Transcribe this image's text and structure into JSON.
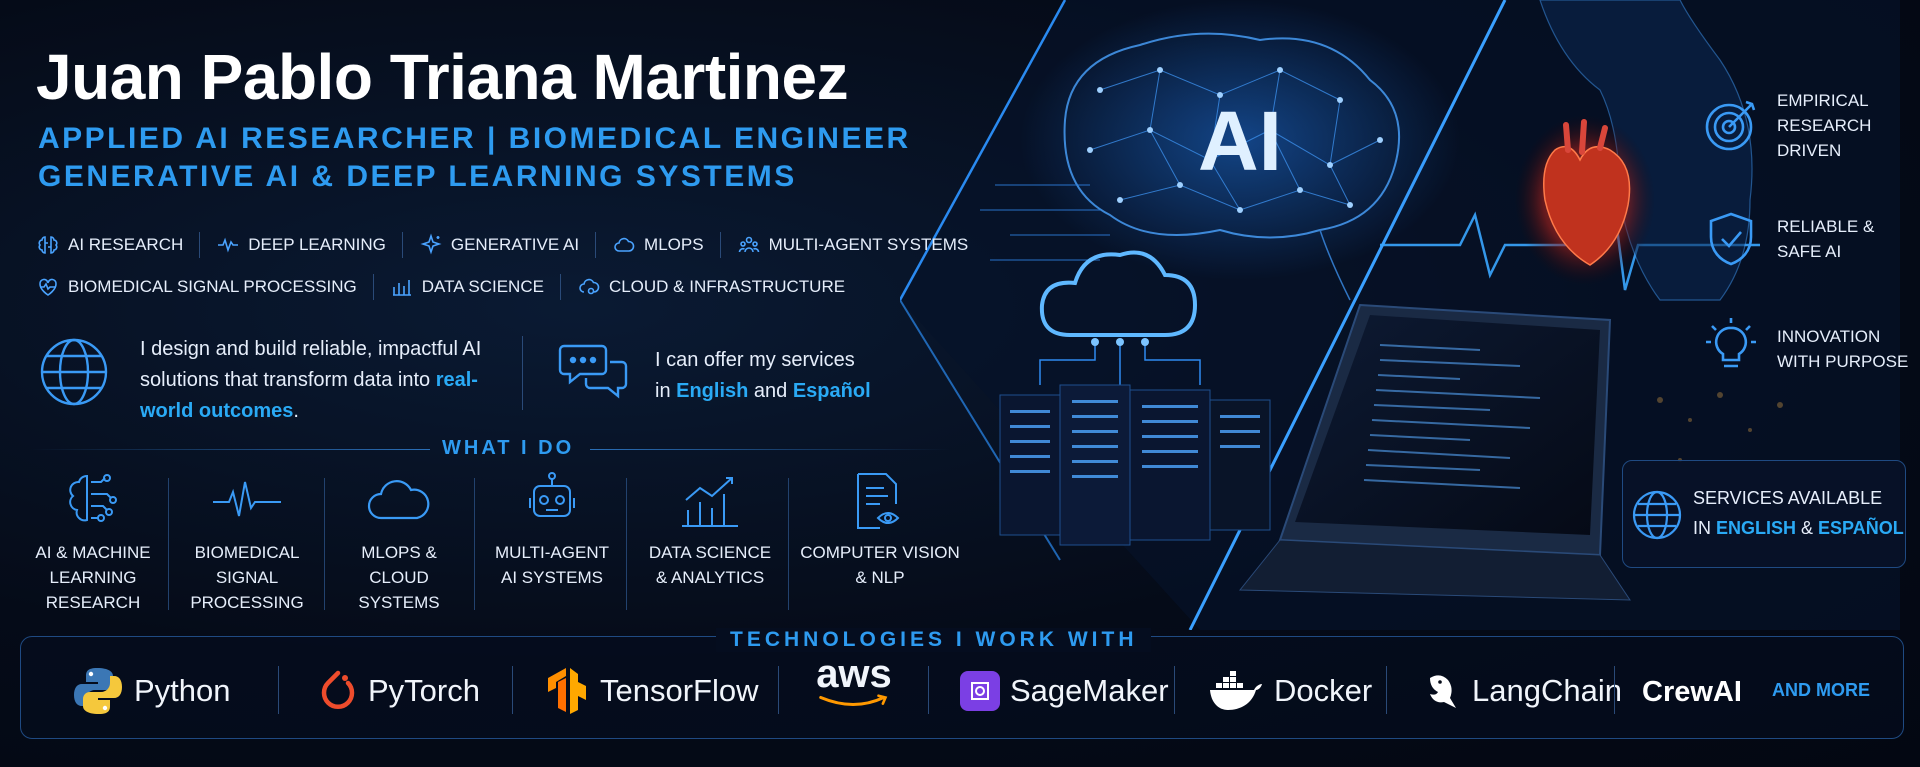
{
  "header": {
    "name": "Juan Pablo Triana Martinez",
    "subtitle_1": "APPLIED AI RESEARCHER | BIOMEDICAL ENGINEER",
    "subtitle_2": "GENERATIVE AI & DEEP LEARNING SYSTEMS"
  },
  "tags_row_1": [
    {
      "icon": "brain-icon",
      "label": "AI RESEARCH"
    },
    {
      "icon": "pulse-icon",
      "label": "DEEP LEARNING"
    },
    {
      "icon": "sparkle-icon",
      "label": "GENERATIVE AI"
    },
    {
      "icon": "cloud-icon",
      "label": "MLOPS"
    },
    {
      "icon": "people-icon",
      "label": "MULTI-AGENT SYSTEMS"
    }
  ],
  "tags_row_2": [
    {
      "icon": "heart-pulse-icon",
      "label": "BIOMEDICAL SIGNAL PROCESSING"
    },
    {
      "icon": "bar-chart-icon",
      "label": "DATA SCIENCE"
    },
    {
      "icon": "cloud-gear-icon",
      "label": "CLOUD & INFRASTRUCTURE"
    }
  ],
  "intro": {
    "text_a": "I design and build reliable, impactful AI solutions that transform data into ",
    "highlight": "real-world outcomes",
    "text_b": "."
  },
  "languages": {
    "text_a": "I can offer my services",
    "text_b": "in ",
    "english": "English",
    "and": " and ",
    "spanish": "Español"
  },
  "what_i_do": {
    "title": "WHAT I DO",
    "items": [
      {
        "icon": "brain-circuit-icon",
        "label": "AI & MACHINE\nLEARNING\nRESEARCH"
      },
      {
        "icon": "waveform-icon",
        "label": "BIOMEDICAL\nSIGNAL\nPROCESSING"
      },
      {
        "icon": "cloud-icon",
        "label": "MLOPS &\nCLOUD\nSYSTEMS"
      },
      {
        "icon": "robot-icon",
        "label": "MULTI-AGENT\nAI SYSTEMS"
      },
      {
        "icon": "chart-icon",
        "label": "DATA SCIENCE\n& ANALYTICS"
      },
      {
        "icon": "document-eye-icon",
        "label": "COMPUTER VISION\n& NLP"
      }
    ]
  },
  "technologies": {
    "title": "TECHNOLOGIES I WORK WITH",
    "items": [
      "Python",
      "PyTorch",
      "TensorFlow",
      "aws",
      "SageMaker",
      "Docker",
      "LangChain",
      "CrewAI"
    ],
    "more": "AND MORE"
  },
  "hero": {
    "ai_label": "AI"
  },
  "features": [
    {
      "icon": "target-icon",
      "label": "EMPIRICAL\nRESEARCH\nDRIVEN"
    },
    {
      "icon": "shield-check-icon",
      "label": "RELIABLE &\nSAFE AI"
    },
    {
      "icon": "lightbulb-icon",
      "label": "INNOVATION\nWITH PURPOSE"
    }
  ],
  "services_box": {
    "line1": "SERVICES AVAILABLE",
    "line2_a": "IN ",
    "english": "ENGLISH",
    "amp": " & ",
    "spanish": "ESPAÑOL"
  },
  "colors": {
    "accent": "#2e9bf0",
    "highlight": "#2aaaf5",
    "background": "#050b18"
  }
}
